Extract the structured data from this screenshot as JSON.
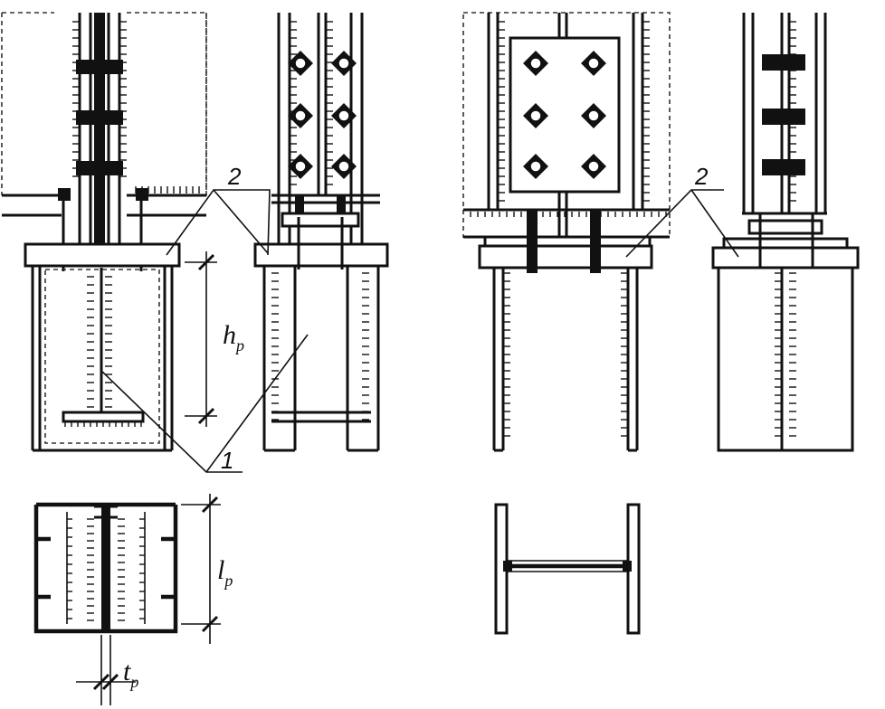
{
  "labels": {
    "callout_1": "1",
    "callout_2_left": "2",
    "callout_2_right": "2",
    "dim_h": "h",
    "dim_h_sub": "p",
    "dim_l": "l",
    "dim_l_sub": "p",
    "dim_t": "t",
    "dim_t_sub": "p"
  },
  "colors": {
    "line": "#111111",
    "background": "#ffffff"
  }
}
